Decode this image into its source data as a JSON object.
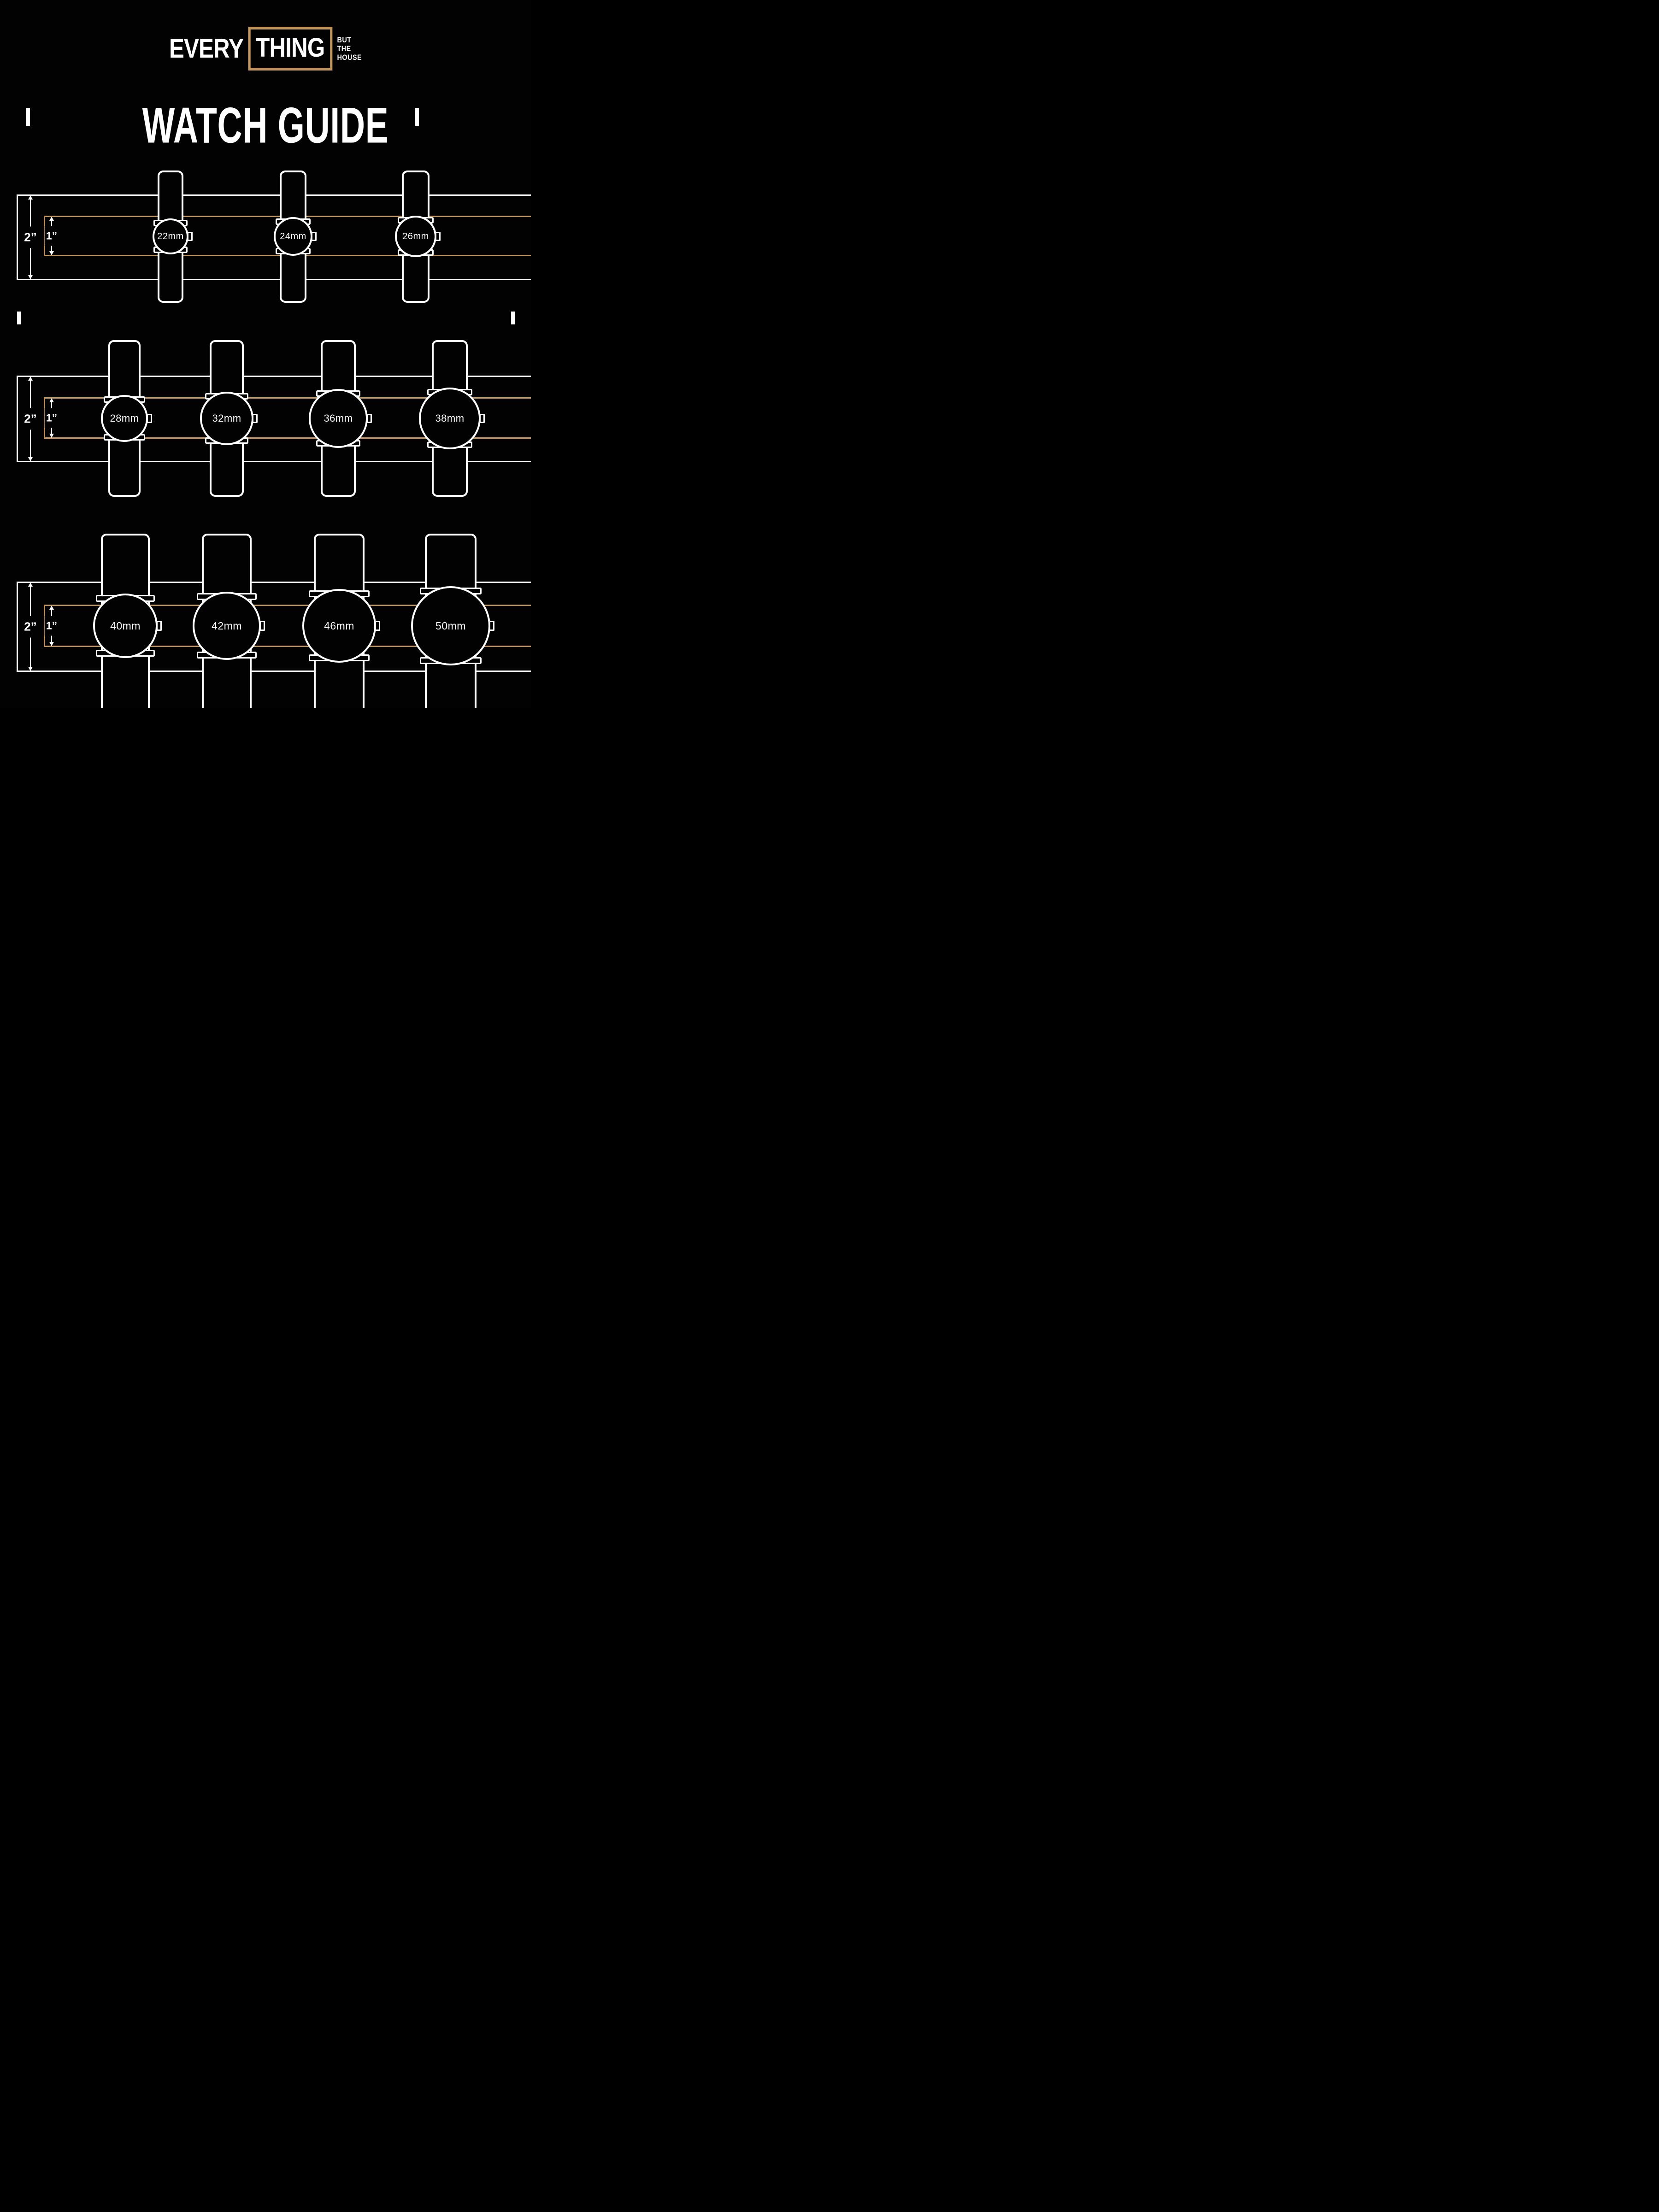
{
  "header": {
    "logo": {
      "part1": "EVERY",
      "part2": "THING",
      "tagline_lines": [
        "BUT",
        "THE",
        "HOUSE"
      ]
    },
    "title": "WATCH GUIDE"
  },
  "colors": {
    "background": "#020202",
    "line_white": "#ffffff",
    "line_tan": "#c29660"
  },
  "rows": [
    {
      "outer_label": "2”",
      "inner_label": "1”",
      "watches": [
        {
          "size": "22mm"
        },
        {
          "size": "24mm"
        },
        {
          "size": "26mm"
        }
      ]
    },
    {
      "outer_label": "2”",
      "inner_label": "1”",
      "watches": [
        {
          "size": "28mm"
        },
        {
          "size": "32mm"
        },
        {
          "size": "36mm"
        },
        {
          "size": "38mm"
        }
      ]
    },
    {
      "outer_label": "2”",
      "inner_label": "1”",
      "watches": [
        {
          "size": "40mm"
        },
        {
          "size": "42mm"
        },
        {
          "size": "46mm"
        },
        {
          "size": "50mm"
        }
      ]
    }
  ]
}
